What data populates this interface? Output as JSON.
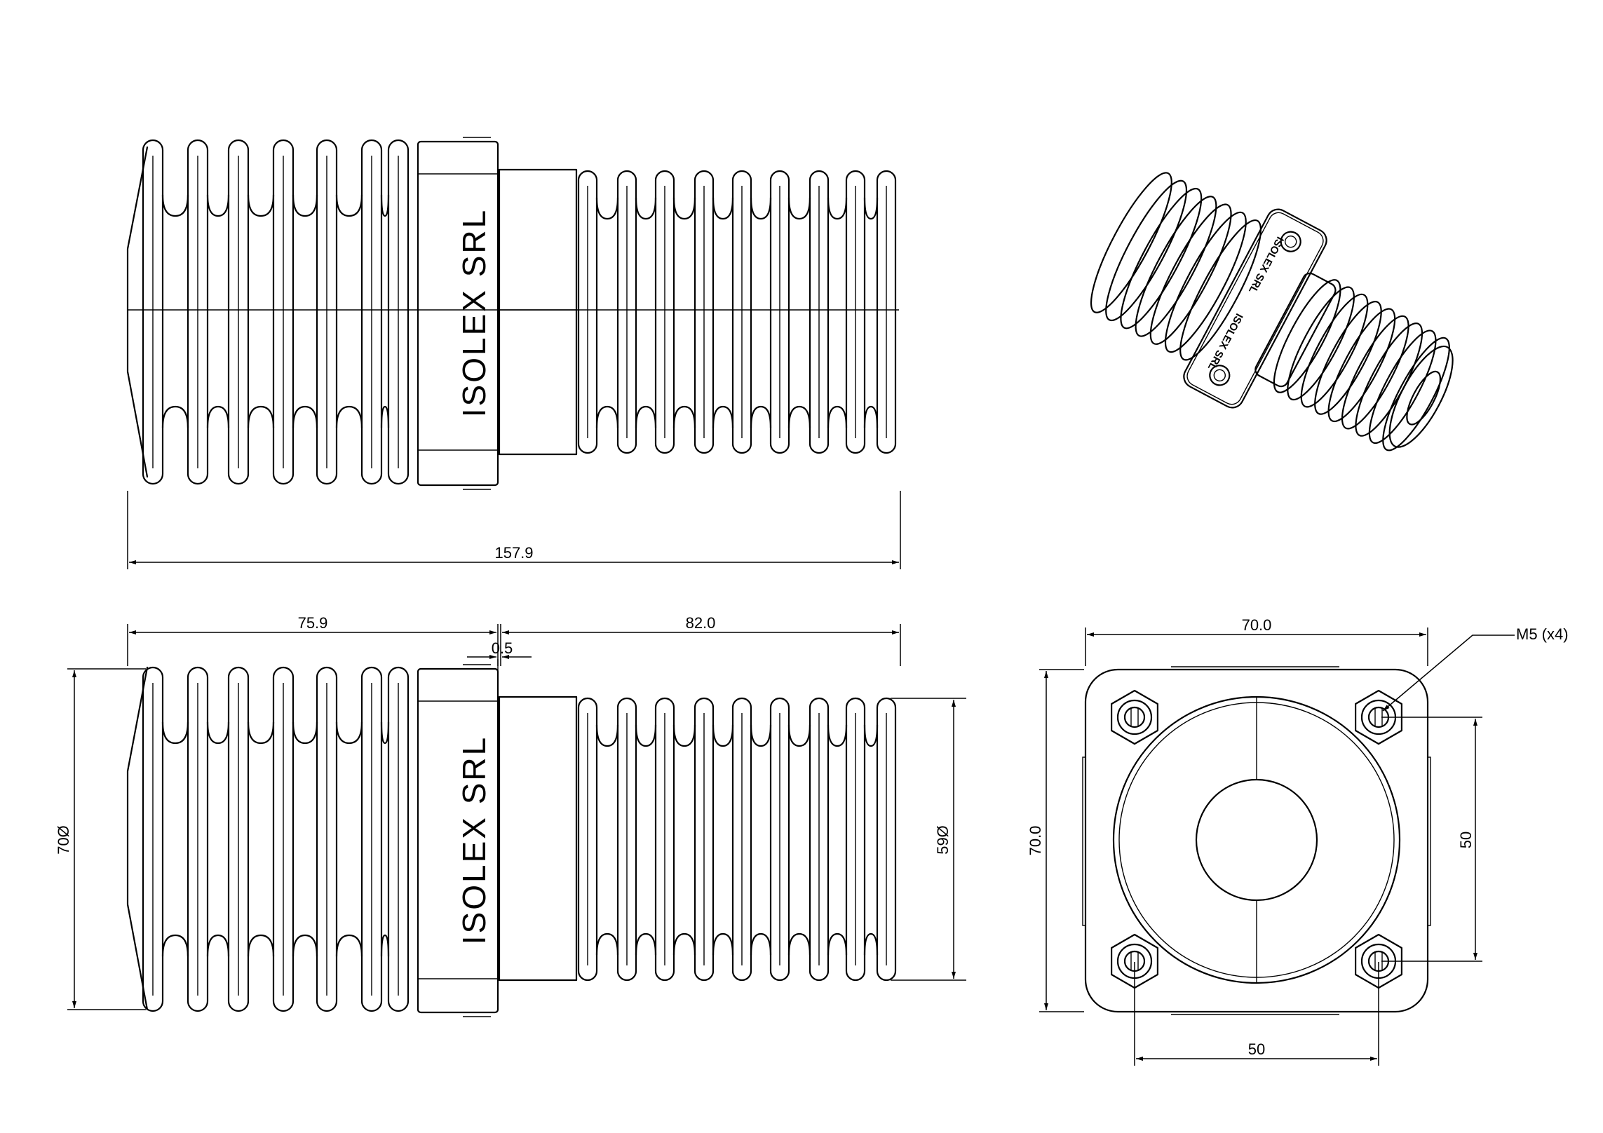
{
  "brand": "ISOLEX SRL",
  "dimensions": {
    "total_length": "157.9",
    "left_length": "75.9",
    "right_length": "82.0",
    "gap": "0.5",
    "left_diameter": "70Ø",
    "right_diameter": "59Ø",
    "flange_width": "70.0",
    "flange_height": "70.0",
    "hole_spacing_vertical": "50",
    "hole_spacing_horizontal": "50",
    "thread_callout": "M5 (x4)"
  }
}
